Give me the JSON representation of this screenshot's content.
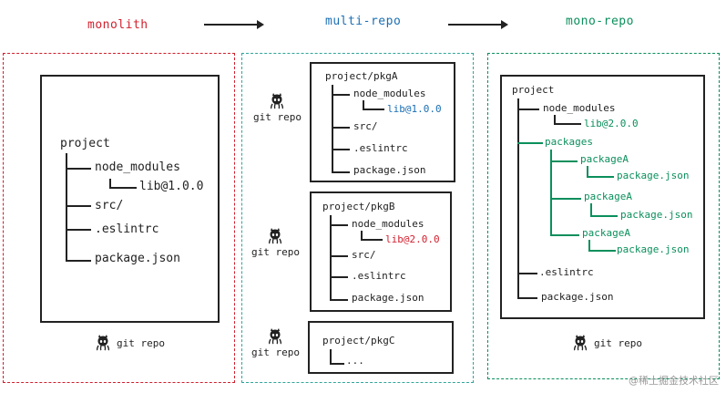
{
  "headers": {
    "monolith": "monolith",
    "multi_repo": "multi-repo",
    "mono_repo": "mono-repo"
  },
  "colors": {
    "monolith": "#d11f2d",
    "multi_repo": "#1a6fb3",
    "mono_repo": "#0b8f5c"
  },
  "monolith": {
    "project": "project",
    "node_modules": "node_modules",
    "lib": "lib@1.0.0",
    "src": "src/",
    "eslintrc": ".eslintrc",
    "package_json": "package.json",
    "git_repo": "git repo"
  },
  "multi": {
    "pkgA": {
      "title": "project/pkgA",
      "node_modules": "node_modules",
      "lib": "lib@1.0.0",
      "src": "src/",
      "eslintrc": ".eslintrc",
      "package_json": "package.json",
      "git_repo": "git repo"
    },
    "pkgB": {
      "title": "project/pkgB",
      "node_modules": "node_modules",
      "lib": "lib@2.0.0",
      "src": "src/",
      "eslintrc": ".eslintrc",
      "package_json": "package.json",
      "git_repo": "git repo"
    },
    "pkgC": {
      "title": "project/pkgC",
      "ellipsis": "...",
      "git_repo": "git repo"
    }
  },
  "mono": {
    "project": "project",
    "node_modules": "node_modules",
    "lib": "lib@2.0.0",
    "packages": "packages",
    "pkg1": "packageA",
    "pkg1_json": "package.json",
    "pkg2": "packageA",
    "pkg2_json": "package.json",
    "pkg3": "packageA",
    "pkg3_json": "package.json",
    "eslintrc": ".eslintrc",
    "package_json": "package.json",
    "git_repo": "git repo"
  },
  "watermark": "@稀土掘金技术社区"
}
